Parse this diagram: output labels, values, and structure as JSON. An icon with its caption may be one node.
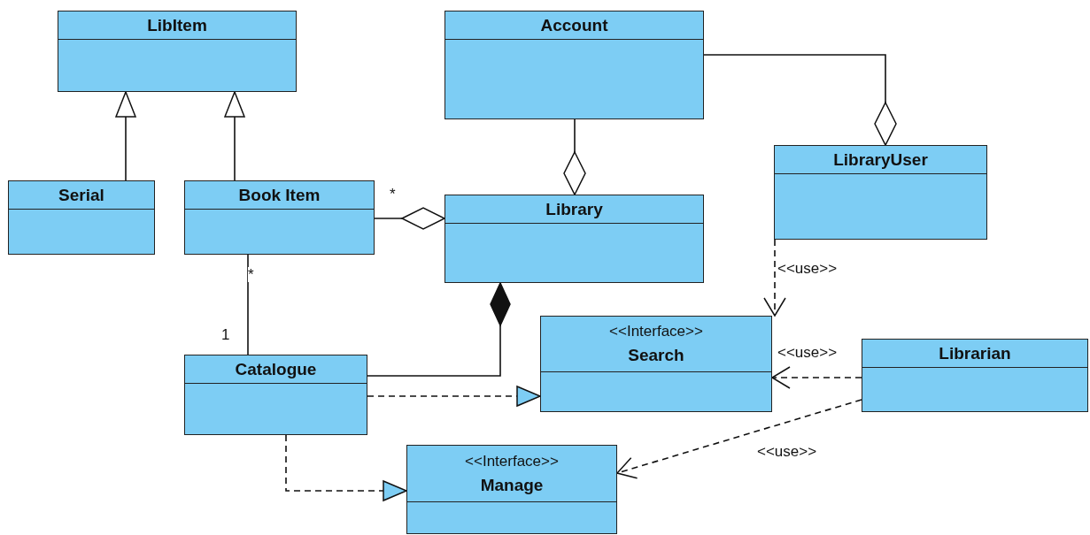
{
  "diagram": {
    "nodes": [
      {
        "text": [
          "LibItem"
        ]
      },
      {
        "text": [
          "Account"
        ]
      },
      {
        "text": [
          "Serial"
        ]
      },
      {
        "text": [
          "Book Item"
        ]
      },
      {
        "text": [
          "Library"
        ]
      },
      {
        "text": [
          "LibraryUser"
        ]
      },
      {
        "text": [
          "Catalogue"
        ]
      },
      {
        "text": [
          "<<Interface>>",
          "Search"
        ]
      },
      {
        "text": [
          "Librarian"
        ]
      },
      {
        "text": [
          "<<Interface>>",
          "Manage"
        ]
      }
    ],
    "edges": [
      {
        "from": 2,
        "to": 0,
        "arrow": "to"
      },
      {
        "from": 3,
        "to": 0,
        "arrow": "to"
      },
      {
        "from": 3,
        "to": 4,
        "arrow": "other"
      },
      {
        "from": 1,
        "to": 4,
        "arrow": "other"
      },
      {
        "from": 1,
        "to": 5,
        "arrow": "other"
      },
      {
        "from": 3,
        "to": 6,
        "arrow": "none"
      },
      {
        "from": 6,
        "to": 4,
        "arrow": "other"
      },
      {
        "from": 6,
        "to": 7,
        "arrow": "to",
        "style": "dashed"
      },
      {
        "from": 6,
        "to": 9,
        "arrow": "to",
        "style": "dashed"
      },
      {
        "from": 5,
        "to": 7,
        "arrow": "to",
        "style": "dashed",
        "label": "<<use>>"
      },
      {
        "from": 8,
        "to": 7,
        "arrow": "to",
        "style": "dashed",
        "label": "<<use>>"
      },
      {
        "from": 8,
        "to": 9,
        "arrow": "to",
        "style": "dashed",
        "label": "<<use>>"
      }
    ],
    "labels": [
      "*",
      "*",
      "1"
    ]
  }
}
